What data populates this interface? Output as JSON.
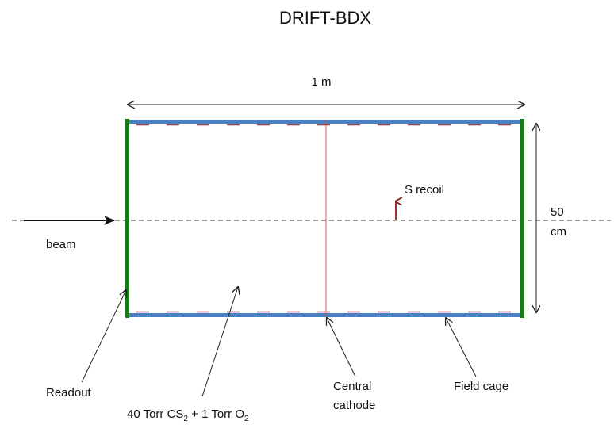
{
  "title": "DRIFT-BDX",
  "length_label": "1 m",
  "height_label_line1": "50",
  "height_label_line2": "cm",
  "beam_label": "beam",
  "recoil_label": "S recoil",
  "readout_label": "Readout",
  "gas_label": {
    "part1": "40 Torr CS",
    "sub1": "2",
    "part2": " + 1 Torr O",
    "sub2": "2"
  },
  "cathode_label_line1": "Central",
  "cathode_label_line2": "cathode",
  "fieldcage_label": "Field cage",
  "colors": {
    "readout": "#1a7a1a",
    "fieldcage": "#4a7fc1",
    "fieldcage_dash": "#8a3a5a",
    "cathode": "#e05050",
    "recoil_arrow": "#8b1a1a",
    "lines": "#222222"
  }
}
